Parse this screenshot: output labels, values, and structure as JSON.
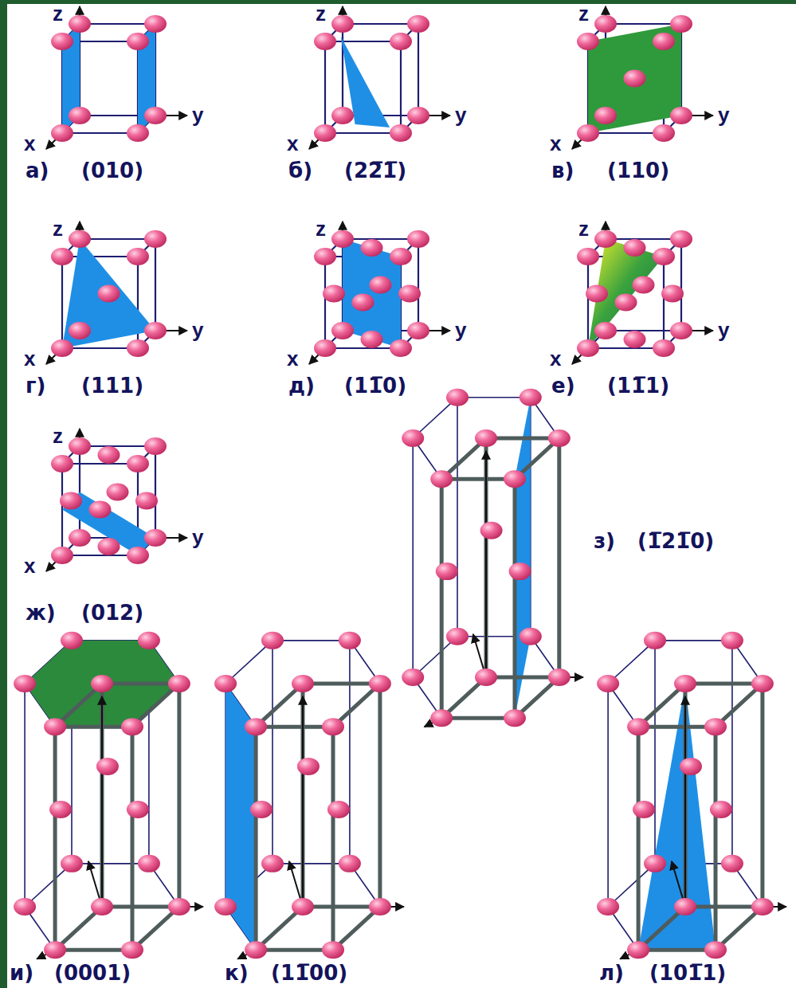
{
  "diagram": {
    "labels": [
      "z",
      "y",
      "x",
      "а)",
      "(010)",
      "z",
      "y",
      "x",
      "б)",
      "(22̅1̅)",
      "z",
      "y",
      "x",
      "в)",
      "(110)",
      "z",
      "y",
      "x",
      "г)",
      "(111)",
      "z",
      "y",
      "x",
      "д)",
      "(11̅0)",
      "z",
      "y",
      "x",
      "е)",
      "(11̅1)",
      "z",
      "y",
      "x",
      "ж)",
      "(012)",
      "з)",
      "(1̅21̅0)",
      "и)",
      "(0001)",
      "к)",
      "(11̅00)",
      "л)",
      "(101̅1)"
    ]
  }
}
